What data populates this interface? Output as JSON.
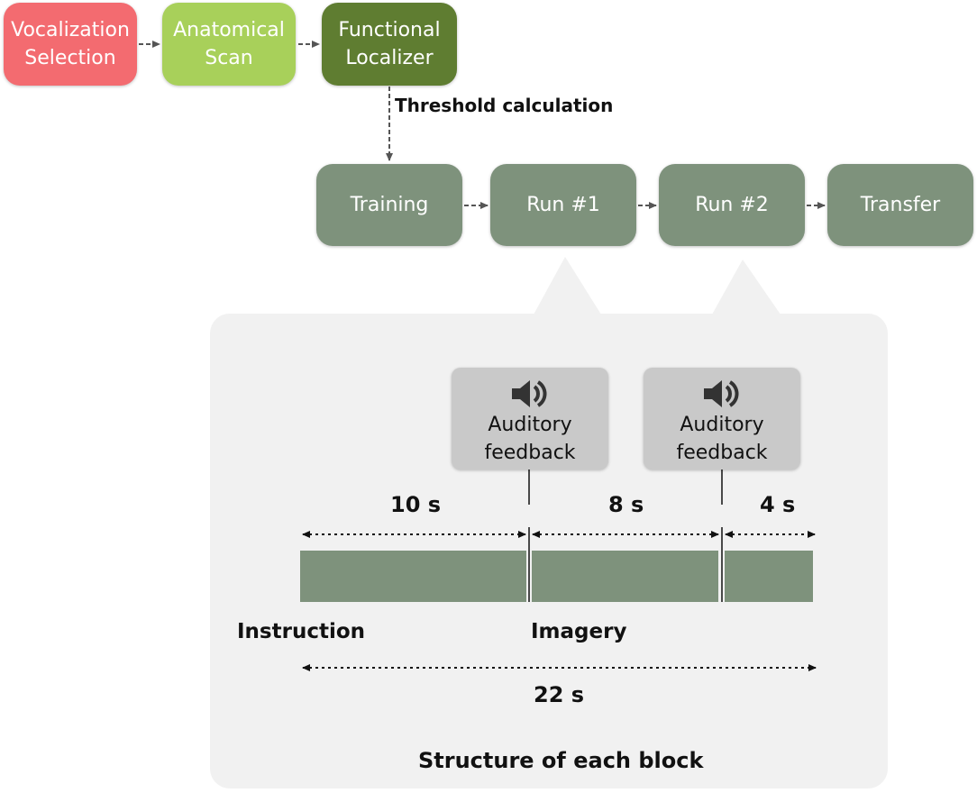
{
  "colors": {
    "vocalization": "#f36b70",
    "anatomical": "#a8d05a",
    "functional": "#5f7d31",
    "run_box": "#7e927c",
    "panel": "#f1f1f1",
    "feedback_box": "#c9c9c9",
    "segment": "#7e927c",
    "arrow": "#555555"
  },
  "top_flow": [
    {
      "label": "Vocalization\nSelection"
    },
    {
      "label": "Anatomical\nScan"
    },
    {
      "label": "Functional\nLocalizer"
    }
  ],
  "threshold_label": "Threshold calculation",
  "runs": [
    {
      "label": "Training"
    },
    {
      "label": "Run #1"
    },
    {
      "label": "Run #2"
    },
    {
      "label": "Transfer"
    }
  ],
  "feedback": [
    {
      "label": "Auditory\nfeedback",
      "icon": "speaker-icon"
    },
    {
      "label": "Auditory\nfeedback",
      "icon": "speaker-icon"
    }
  ],
  "durations": [
    "10 s",
    "8 s",
    "4 s"
  ],
  "phase_labels": {
    "instruction": "Instruction",
    "imagery": "Imagery"
  },
  "total_duration": "22 s",
  "block_title": "Structure of each block"
}
